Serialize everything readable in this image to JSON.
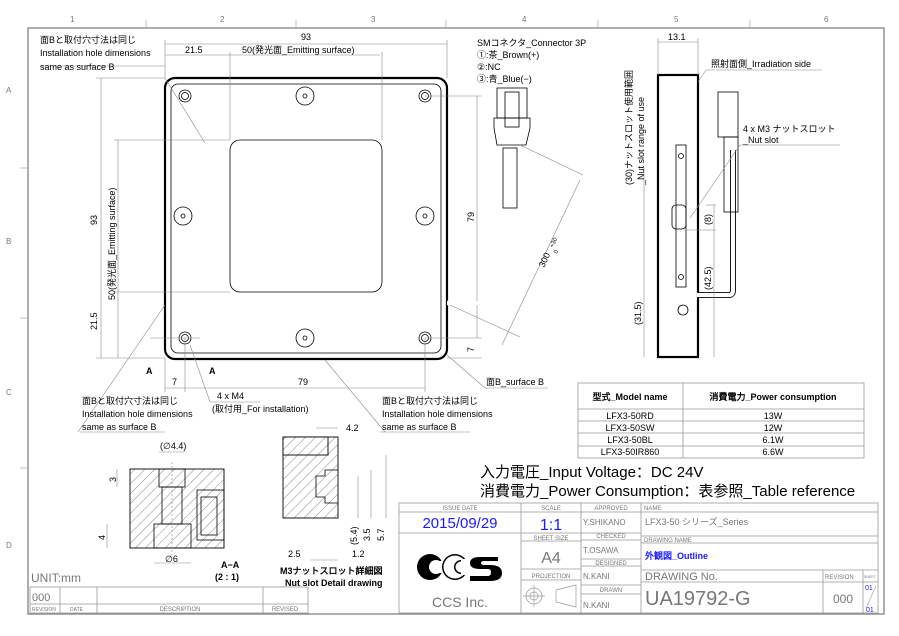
{
  "zones": {
    "cols": [
      "1",
      "2",
      "3",
      "4",
      "5",
      "6"
    ],
    "rows": [
      "A",
      "B",
      "C",
      "D"
    ]
  },
  "front_view": {
    "note_top": [
      "面Bと取付穴寸法は同じ",
      "Installation hole dimensions",
      "same as surface B"
    ],
    "dim_width": "93",
    "dim_offset": "21.5",
    "dim_emitting": "50(発光面_Emitting surface)",
    "dim_height": "93",
    "dim_emitting_v": "50(発光面_Emitting surface)",
    "dim_offset_v": "21.5",
    "dim_79_v": "79",
    "dim_7_v": "7",
    "dim_7_h": "7",
    "dim_79_h": "79",
    "section_mark": "A",
    "note_left": [
      "面Bと取付穴寸法は同じ",
      "Installation hole dimensions",
      "same as surface B"
    ],
    "holes_label": [
      "4 x M4",
      "(取付用_For installation)"
    ],
    "note_right": [
      "面Bと取付穴寸法は同じ",
      "Installation hole dimensions",
      "same as surface B"
    ],
    "surface_b": "面B_surface B"
  },
  "connector": {
    "lines": [
      "SMコネクタ_Connector 3P",
      "①:茶_Brown(+)",
      "②:NC",
      "③:青_Blue(−)"
    ],
    "cable_length": "300",
    "tolerance_plus": "+30",
    "tolerance_minus": "0"
  },
  "side_view": {
    "dim_thickness": "13.1",
    "irradiation": "照射面側_Irradiation side",
    "nut_slot_range": [
      "(30)ナットスロット使用範囲",
      "_Nut slot range of use"
    ],
    "nut_slot": [
      "4 x M3 ナットスロット",
      "_Nut slot"
    ],
    "dim_8": "(8)",
    "dim_42_5": "(42.5)",
    "dim_31_5": "(31.5)"
  },
  "section_aa": {
    "dia_top": "(∅4.4)",
    "dia_bottom": "∅6",
    "dim_3": "3",
    "dim_4": "4",
    "title": "A−A",
    "scale": "(2 : 1)"
  },
  "nut_detail": {
    "dim_4_2": "4.2",
    "dim_2_5": "2.5",
    "dim_1_2": "1.2",
    "dim_5_4": "(5.4)",
    "dim_3_5": "3.5",
    "dim_5_7": "5.7",
    "title": [
      "M3ナットスロット詳細図",
      "_Nut slot Detail drawing"
    ]
  },
  "power_table": {
    "headers": [
      "型式_Model name",
      "消費電力_Power consumption"
    ],
    "rows": [
      [
        "LFX3-50RD",
        "13W"
      ],
      [
        "LFX3-50SW",
        "12W"
      ],
      [
        "LFX3-50BL",
        "6.1W"
      ],
      [
        "LFX3-50IR860",
        "6.6W"
      ]
    ]
  },
  "specs": [
    "入力電圧_Input Voltage：DC 24V",
    "消費電力_Power Consumption：表参照_Table reference"
  ],
  "title_block": {
    "issue_date_label": "ISSUE DATE",
    "issue_date": "2015/09/29",
    "scale_label": "SCALE",
    "scale": "1:1",
    "sheet_size_label": "SHEET  SIZE",
    "sheet_size": "A4",
    "projection_label": "PROJECTION",
    "approved_label": "APPROVED",
    "approved": "Y.SHIKANO",
    "checked_label": "CHECKED",
    "checked": "T.OSAWA",
    "designed_label": "DESIGNED",
    "designed": "N.KANI",
    "drawn_label": "DRAWN",
    "drawn": "N.KANI",
    "name_label": "NAME",
    "name": "LFX3-50  シリーズ_Series",
    "drawing_name_label": "DRAWING NAME",
    "drawing_name": "外観図_Outline",
    "drawing_no_label": "DRAWING No.",
    "drawing_no": "UA19792-G",
    "revision_label": "REVISION",
    "revision": "000",
    "sheet_label": "SHEET",
    "sheet_num": "01",
    "sheet_total": "01",
    "company_logo": "CCS",
    "company": "CCS Inc.",
    "accent": "#1a1aff"
  },
  "revision_block": {
    "unit": "UNIT:mm",
    "revision": "000",
    "headers": [
      "REVISION",
      "DATE",
      "DESCRIPTION",
      "REVISED"
    ]
  }
}
